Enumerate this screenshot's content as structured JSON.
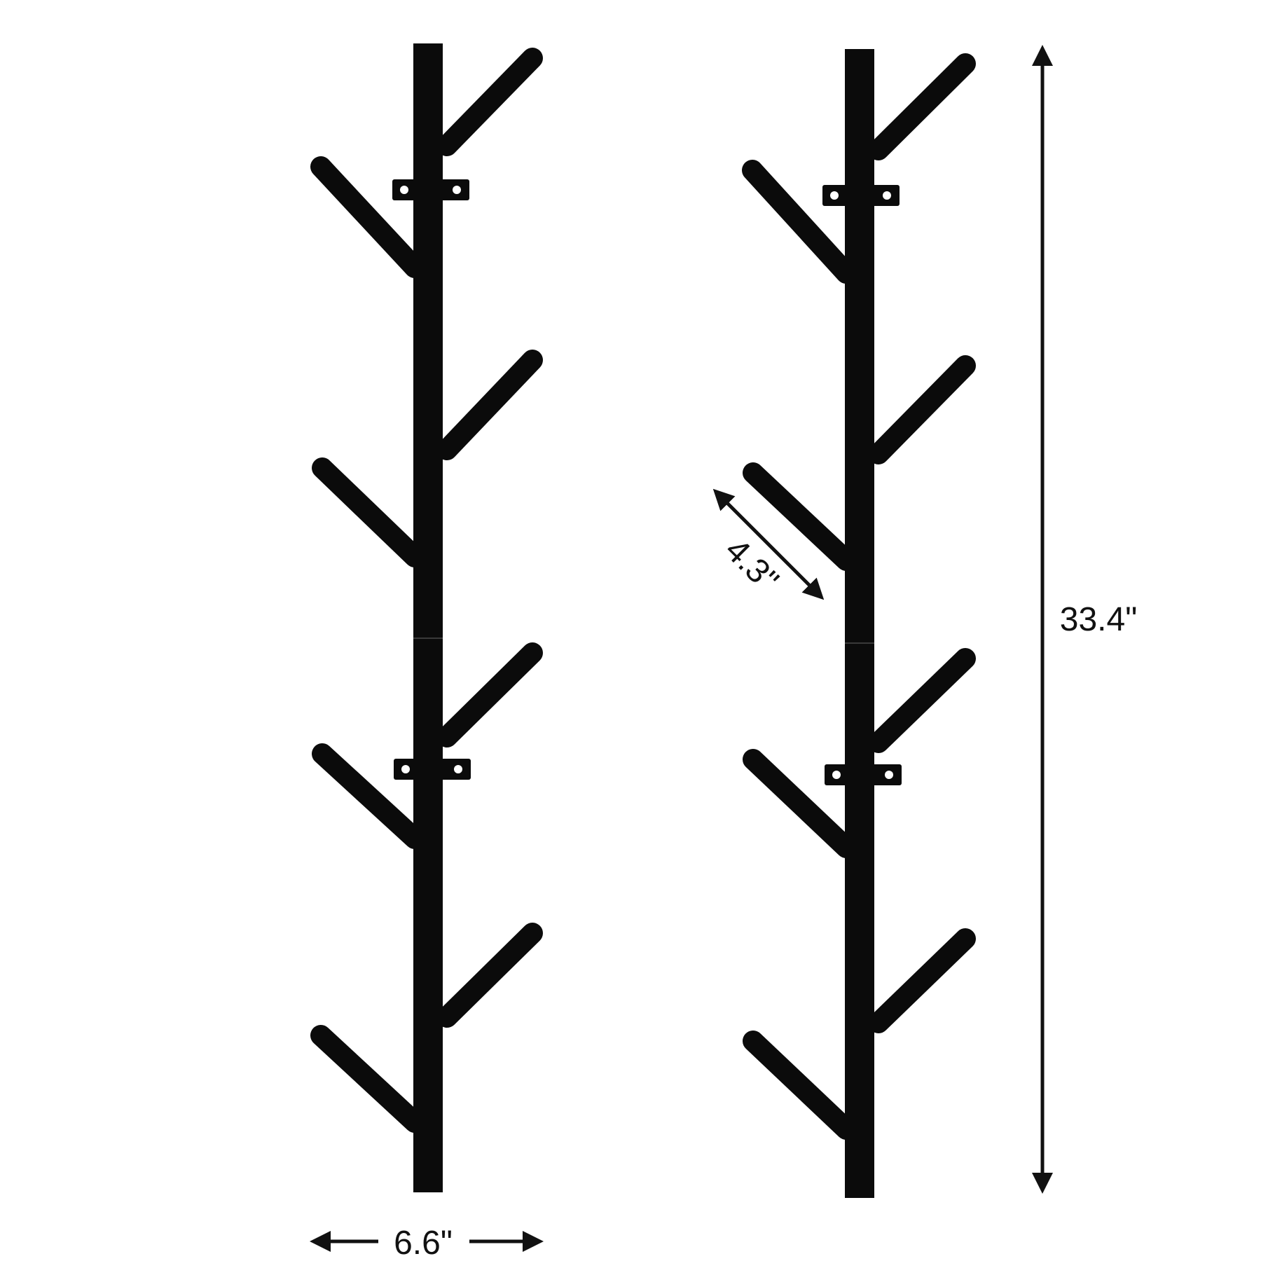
{
  "colors": {
    "background": "#ffffff",
    "rack": "#0b0b0b",
    "dimension": "#111111"
  },
  "products": [
    {
      "name": "wall-tree-rack-front",
      "hooks": 8,
      "mounting_brackets": 2
    },
    {
      "name": "wall-tree-rack-dimensioned",
      "hooks": 8,
      "mounting_brackets": 2
    }
  ],
  "dimensions": {
    "width": "6.6\"",
    "height": "33.4\"",
    "hook_length": "4.3\""
  }
}
